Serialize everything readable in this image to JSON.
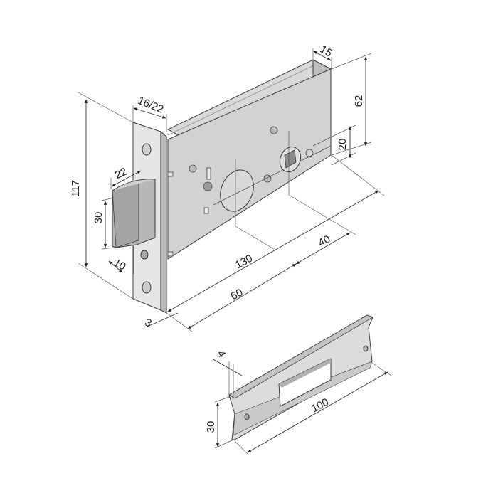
{
  "diagram": {
    "subject": "Mortise lock with faceplate and strike plate",
    "colors": {
      "metal_light": "#e4e4e4",
      "metal_mid": "#c9c9c9",
      "metal_dark": "#a8a8a8",
      "line": "#333333",
      "background": "#ffffff"
    },
    "dimensions": {
      "faceplate_height": "117",
      "faceplate_width": "16/22",
      "latch_projection": "22",
      "latch_height": "30",
      "latch_offset": "10",
      "faceplate_thickness": "3",
      "case_depth": "15",
      "case_height": "62",
      "follower_offset": "20",
      "case_length": "130",
      "backset": "60",
      "center_distance": "40",
      "strike_thickness": "4",
      "strike_height": "30",
      "strike_length": "100"
    }
  }
}
